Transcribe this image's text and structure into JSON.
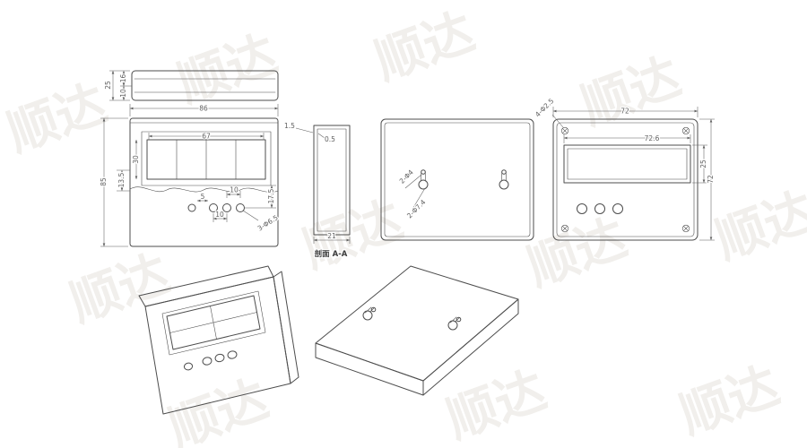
{
  "drawing": {
    "background": "#ffffff",
    "line_color": "#4d4d4d",
    "dim_color": "#5f5f5f",
    "watermark": {
      "text": "顺达",
      "color": "#f1efec"
    },
    "views": {
      "top_view": {
        "dim_total": "25",
        "dim_upper": "16",
        "dim_lower": "10"
      },
      "front_view": {
        "dim_width": "86",
        "dim_height": "85",
        "dim_window_width": "67",
        "dim_window_height": "30",
        "dim_offset": "13.5",
        "dim_lip": "1.5",
        "dim_button_gap": "5",
        "dim_button_pitch": "10",
        "dim_button_drop": "17.5",
        "dim_button_spacing": "10",
        "label_button_holes": "3-Φ6.5"
      },
      "section_view": {
        "dim_wall": "0.5",
        "dim_depth": "21",
        "caption": "剖面 A-A"
      },
      "back_view": {
        "label_screw_holes": "2-Φ4",
        "label_keyholes": "2-Φ7.4"
      },
      "side_view": {
        "dim_width": "72",
        "dim_inner_width": "72.6",
        "dim_window_height": "25",
        "dim_height": "72",
        "label_corner_holes": "4-Φ2.5"
      }
    }
  }
}
